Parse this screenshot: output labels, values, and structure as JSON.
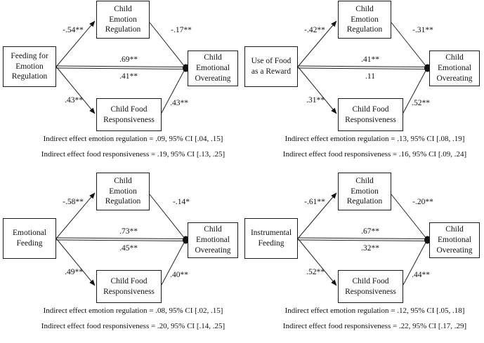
{
  "figure_type": "mediation-path-diagrams",
  "models": [
    {
      "name": "Feeding for Emotion Regulation",
      "predictor": "Feeding for\nEmotion\nRegulation",
      "mediator_top": "Child\nEmotion\nRegulation",
      "mediator_bottom": "Child Food\nResponsiveness",
      "outcome": "Child\nEmotional\nOvereating",
      "paths": {
        "pred_to_emotion_regulation": "-.54**",
        "emotion_regulation_to_overeating": "-.17**",
        "pred_to_overeating_top": ".69**",
        "pred_to_overeating_bottom": ".41**",
        "pred_to_food_responsiveness": ".43**",
        "food_responsiveness_to_overeating": ".43**"
      },
      "indirect_emotion_regulation": "Indirect effect emotion regulation = .09, 95% CI [.04, .15]",
      "indirect_food_responsiveness": "Indirect effect food responsiveness = .19, 95% CI [.13, .25]"
    },
    {
      "name": "Use of Food as a Reward",
      "predictor": "Use of Food\nas a Reward",
      "mediator_top": "Child\nEmotion\nRegulation",
      "mediator_bottom": "Child Food\nResponsiveness",
      "outcome": "Child\nEmotional\nOvereating",
      "paths": {
        "pred_to_emotion_regulation": "-.42**",
        "emotion_regulation_to_overeating": "-.31**",
        "pred_to_overeating_top": ".41**",
        "pred_to_overeating_bottom": ".11",
        "pred_to_food_responsiveness": ".31**",
        "food_responsiveness_to_overeating": ".52**"
      },
      "indirect_emotion_regulation": "Indirect effect emotion regulation = .13, 95% CI [.08, .19]",
      "indirect_food_responsiveness": "Indirect effect food responsiveness = .16, 95% CI [.09, .24]"
    },
    {
      "name": "Emotional Feeding",
      "predictor": "Emotional\nFeeding",
      "mediator_top": "Child\nEmotion\nRegulation",
      "mediator_bottom": "Child Food\nResponsiveness",
      "outcome": "Child\nEmotional\nOvereating",
      "paths": {
        "pred_to_emotion_regulation": "-.58**",
        "emotion_regulation_to_overeating": "-.14*",
        "pred_to_overeating_top": ".73**",
        "pred_to_overeating_bottom": ".45**",
        "pred_to_food_responsiveness": ".49**",
        "food_responsiveness_to_overeating": ".40**"
      },
      "indirect_emotion_regulation": "Indirect effect emotion regulation = .08, 95% CI [.02, .15]",
      "indirect_food_responsiveness": "Indirect effect food responsiveness = .20, 95% CI [.14, .25]"
    },
    {
      "name": "Instrumental Feeding",
      "predictor": "Instrumental\nFeeding",
      "mediator_top": "Child\nEmotion\nRegulation",
      "mediator_bottom": "Child Food\nResponsiveness",
      "outcome": "Child\nEmotional\nOvereating",
      "paths": {
        "pred_to_emotion_regulation": "-.61**",
        "emotion_regulation_to_overeating": "-.20**",
        "pred_to_overeating_top": ".67**",
        "pred_to_overeating_bottom": ".32**",
        "pred_to_food_responsiveness": ".52**",
        "food_responsiveness_to_overeating": ".44**"
      },
      "indirect_emotion_regulation": "Indirect effect emotion regulation = .12, 95% CI [.05, .18]",
      "indirect_food_responsiveness": "Indirect effect food responsiveness = .22, 95% CI [.17, .29]"
    }
  ]
}
